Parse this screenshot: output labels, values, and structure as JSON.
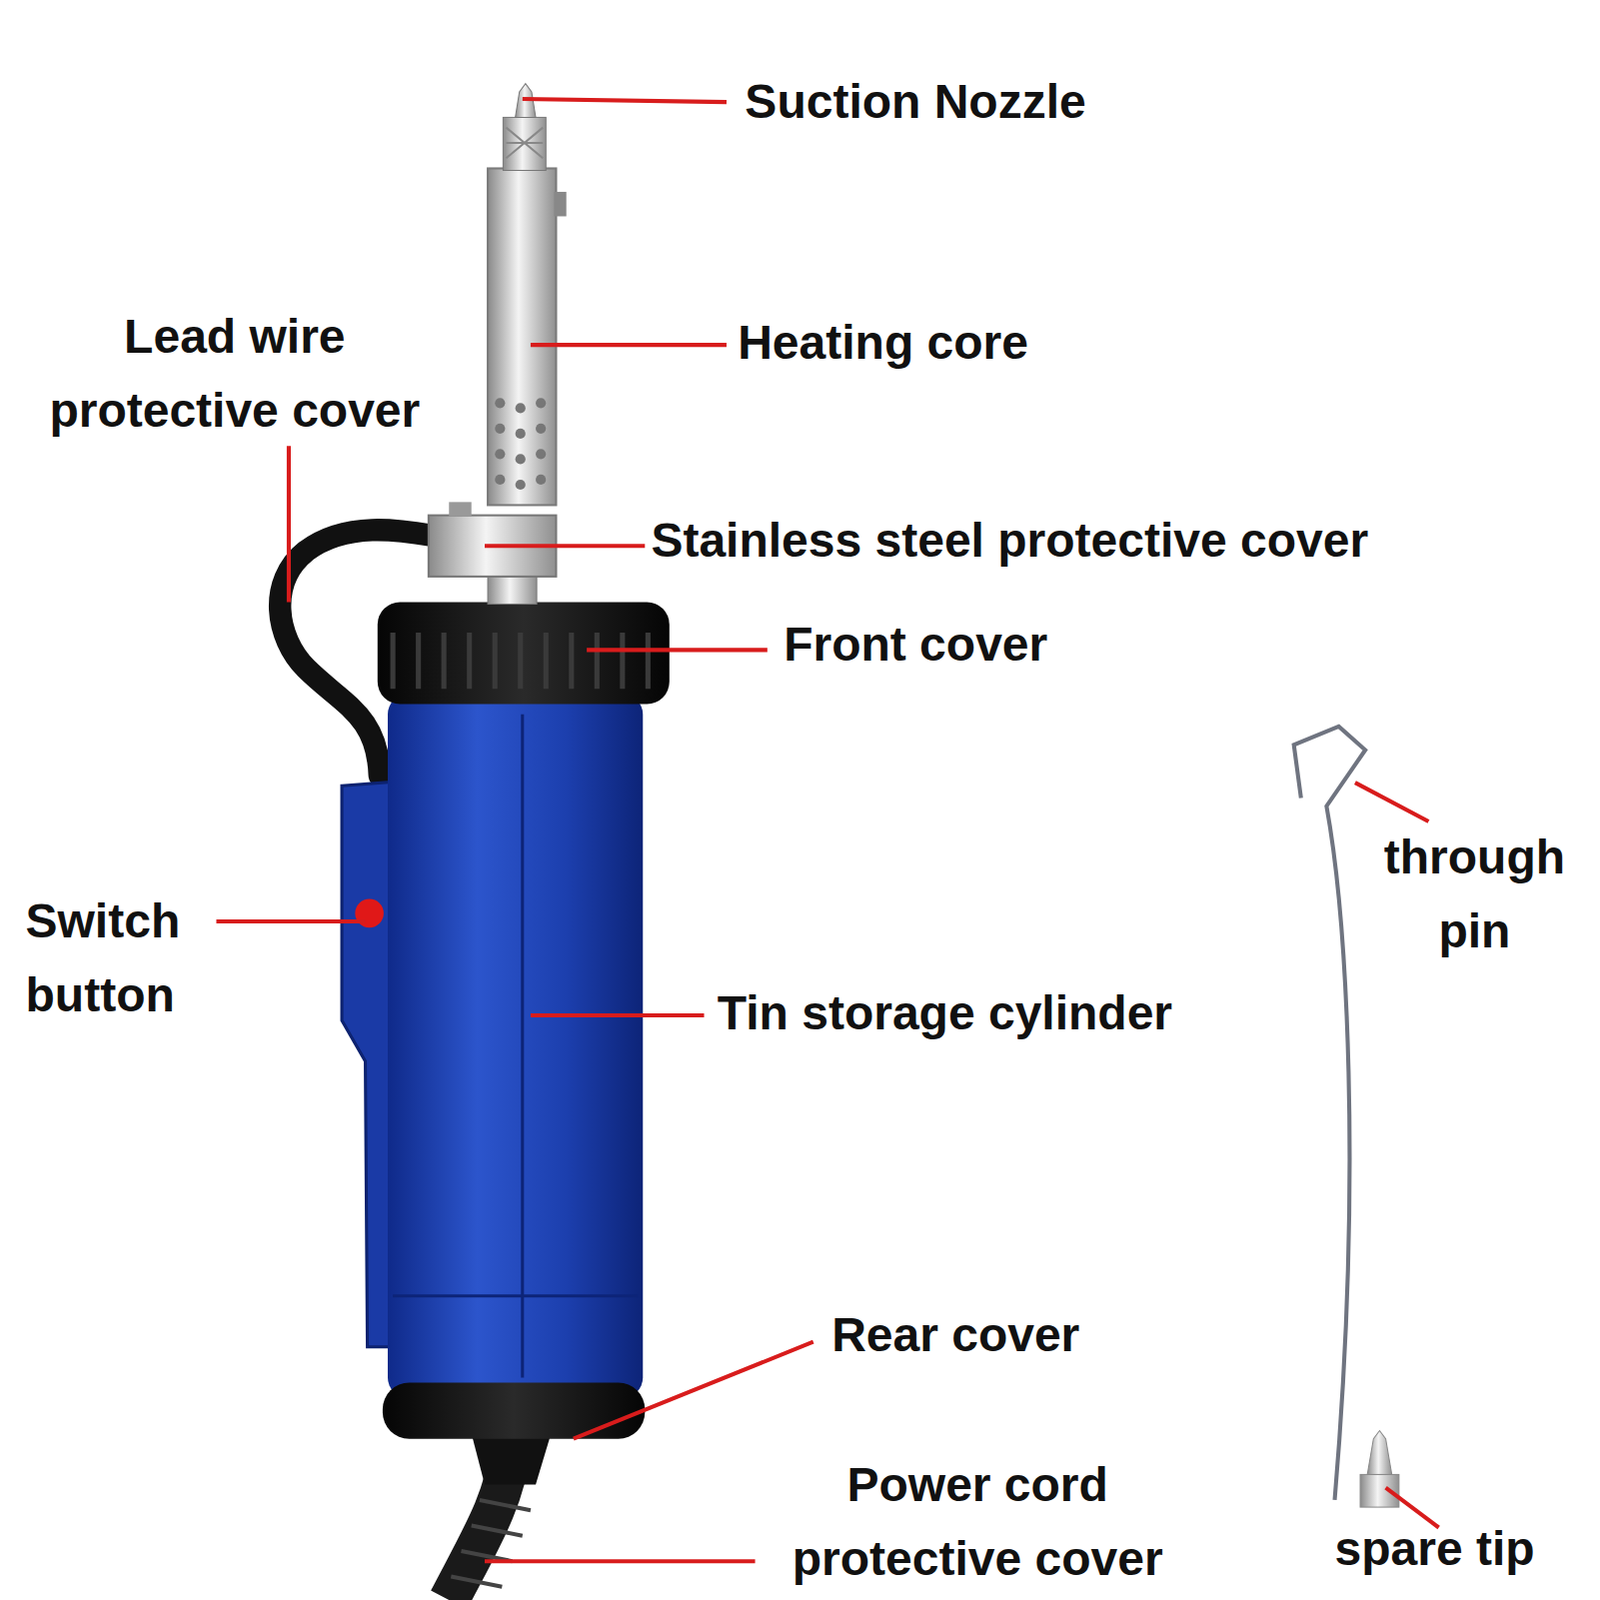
{
  "diagram": {
    "labels": [
      "Suction Nozzle",
      "Lead wire protective cover",
      "Heating core",
      "Stainless steel protective cover",
      "Front cover",
      "through pin",
      "Switch button",
      "Tin storage cylinder",
      "Rear cover",
      "Power cord protective cover",
      "spare tip"
    ]
  }
}
